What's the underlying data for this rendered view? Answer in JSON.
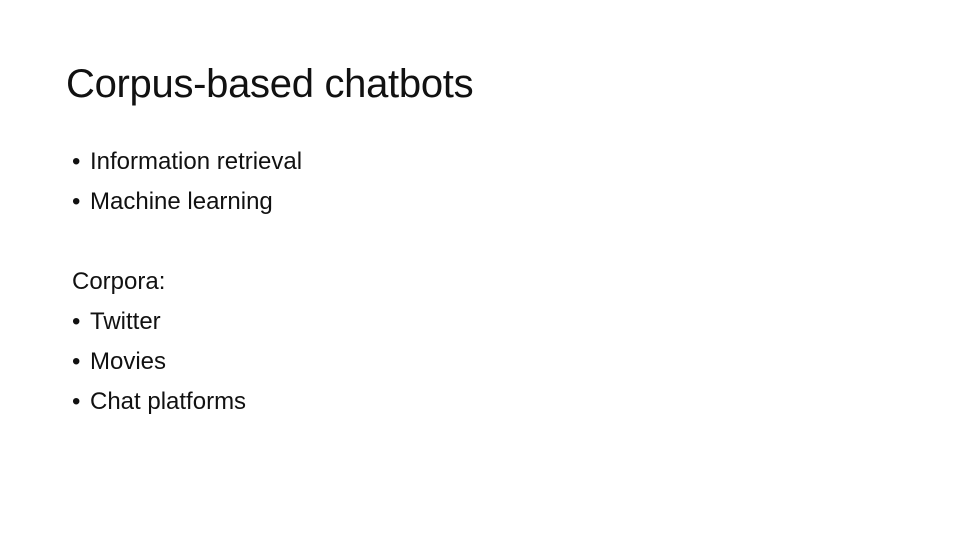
{
  "slide": {
    "title": "Corpus-based chatbots",
    "bullet_char": "•",
    "intro_bullets": [
      "Information retrieval",
      "Machine learning"
    ],
    "section_label": "Corpora:",
    "corpora_bullets": [
      "Twitter",
      "Movies",
      "Chat platforms"
    ],
    "colors": {
      "background": "#ffffff",
      "text": "#111111"
    }
  }
}
